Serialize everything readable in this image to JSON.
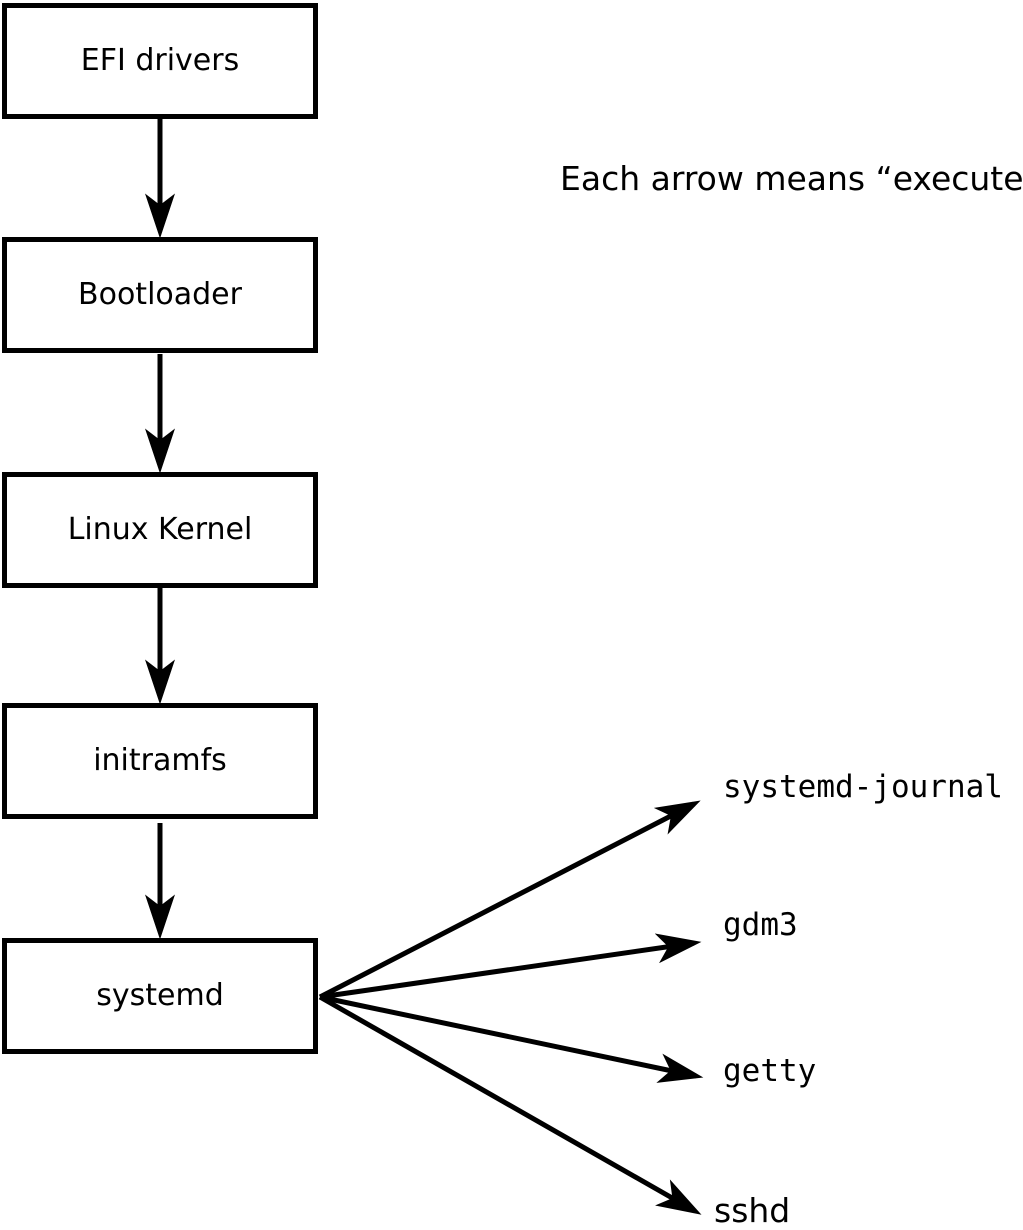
{
  "diagram": {
    "title_hidden": "",
    "annotation": "Each arrow means “executes”.",
    "arrow_meaning": "executes",
    "colors": {
      "background": "#ffffff",
      "stroke": "#000000",
      "box_fill": "#ffffff",
      "text": "#000000"
    },
    "chain": [
      {
        "label": "EFI drivers"
      },
      {
        "label": "Bootloader"
      },
      {
        "label": "Linux Kernel"
      },
      {
        "label": "initramfs"
      },
      {
        "label": "systemd"
      }
    ],
    "spawned": [
      {
        "label": "systemd-journal"
      },
      {
        "label": "gdm3"
      },
      {
        "label": "getty"
      },
      {
        "label": "sshd"
      }
    ]
  }
}
